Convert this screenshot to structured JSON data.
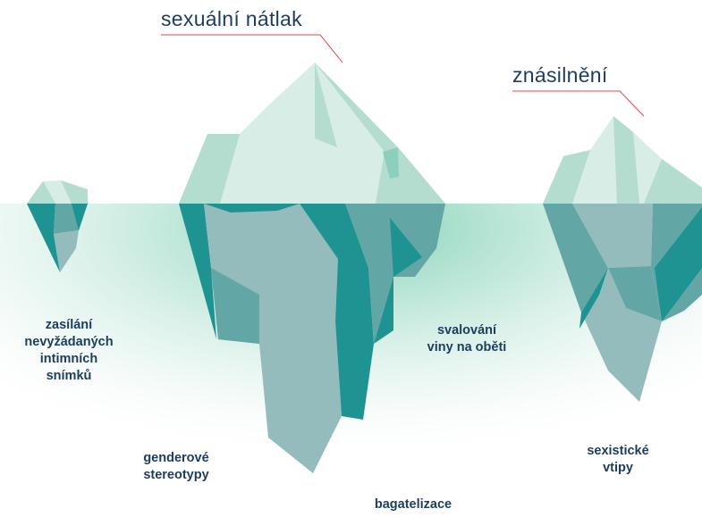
{
  "above_water_labels": [
    {
      "id": "pressure",
      "text": "sexuální nátlak"
    },
    {
      "id": "rape",
      "text": "znásilnění"
    }
  ],
  "below_water_labels": [
    {
      "id": "nudes",
      "lines": [
        "zasílání",
        "nevyžádaných",
        "intimních",
        "snímků"
      ]
    },
    {
      "id": "blame",
      "lines": [
        "svalování",
        "viny na oběti"
      ]
    },
    {
      "id": "stereotypes",
      "lines": [
        "genderové",
        "stereotypy"
      ]
    },
    {
      "id": "jokes",
      "lines": [
        "sexistické",
        "vtipy"
      ]
    },
    {
      "id": "trivialization",
      "lines": [
        "bagatelizace"
      ]
    }
  ],
  "colors": {
    "label_text": "#1d3d5e",
    "leader_line": "#e2474a",
    "ice_light": "#d7ede6",
    "ice_mid": "#b4dccf",
    "ice_accent": "#8ccfbe",
    "underwater_dark": "#1e9391",
    "underwater_mid": "#63a6a6",
    "underwater_light": "#95bcbd",
    "water_glow": "#7fcfb6"
  }
}
